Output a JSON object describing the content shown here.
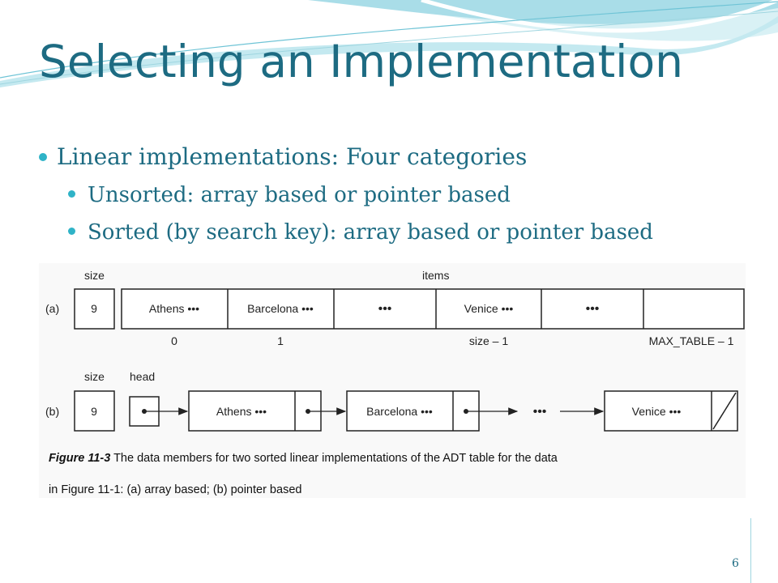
{
  "slide": {
    "title": "Selecting an Implementation",
    "bullets": [
      {
        "text": "Linear implementations: Four categories",
        "level": 1
      },
      {
        "text": "Unsorted: array based or pointer based",
        "level": 2
      },
      {
        "text": "Sorted (by search key): array based or pointer based",
        "level": 2
      }
    ],
    "page_number": "6"
  },
  "figure": {
    "a": {
      "label": "(a)",
      "size_label": "size",
      "items_label": "items",
      "size_value": "9",
      "cells": [
        "Athens •••",
        "Barcelona •••",
        "•••",
        "Venice •••",
        "•••",
        ""
      ],
      "indices": [
        "0",
        "1",
        "size – 1",
        "MAX_TABLE – 1"
      ]
    },
    "b": {
      "label": "(b)",
      "size_label": "size",
      "head_label": "head",
      "size_value": "9",
      "nodes": [
        "Athens •••",
        "Barcelona •••",
        "Venice •••"
      ],
      "ellipsis": "•••"
    },
    "caption": {
      "figure_ref": "Figure 11-3",
      "line1": "The data members for two sorted linear implementations of the ADT table for the data",
      "line2": "in Figure 11-1: (a) array based; (b) pointer based"
    }
  },
  "colors": {
    "title": "#1d6b82",
    "bullet": "#2fb3c7",
    "wave_light": "#bfe8ef",
    "wave_mid": "#8fd3e0"
  }
}
